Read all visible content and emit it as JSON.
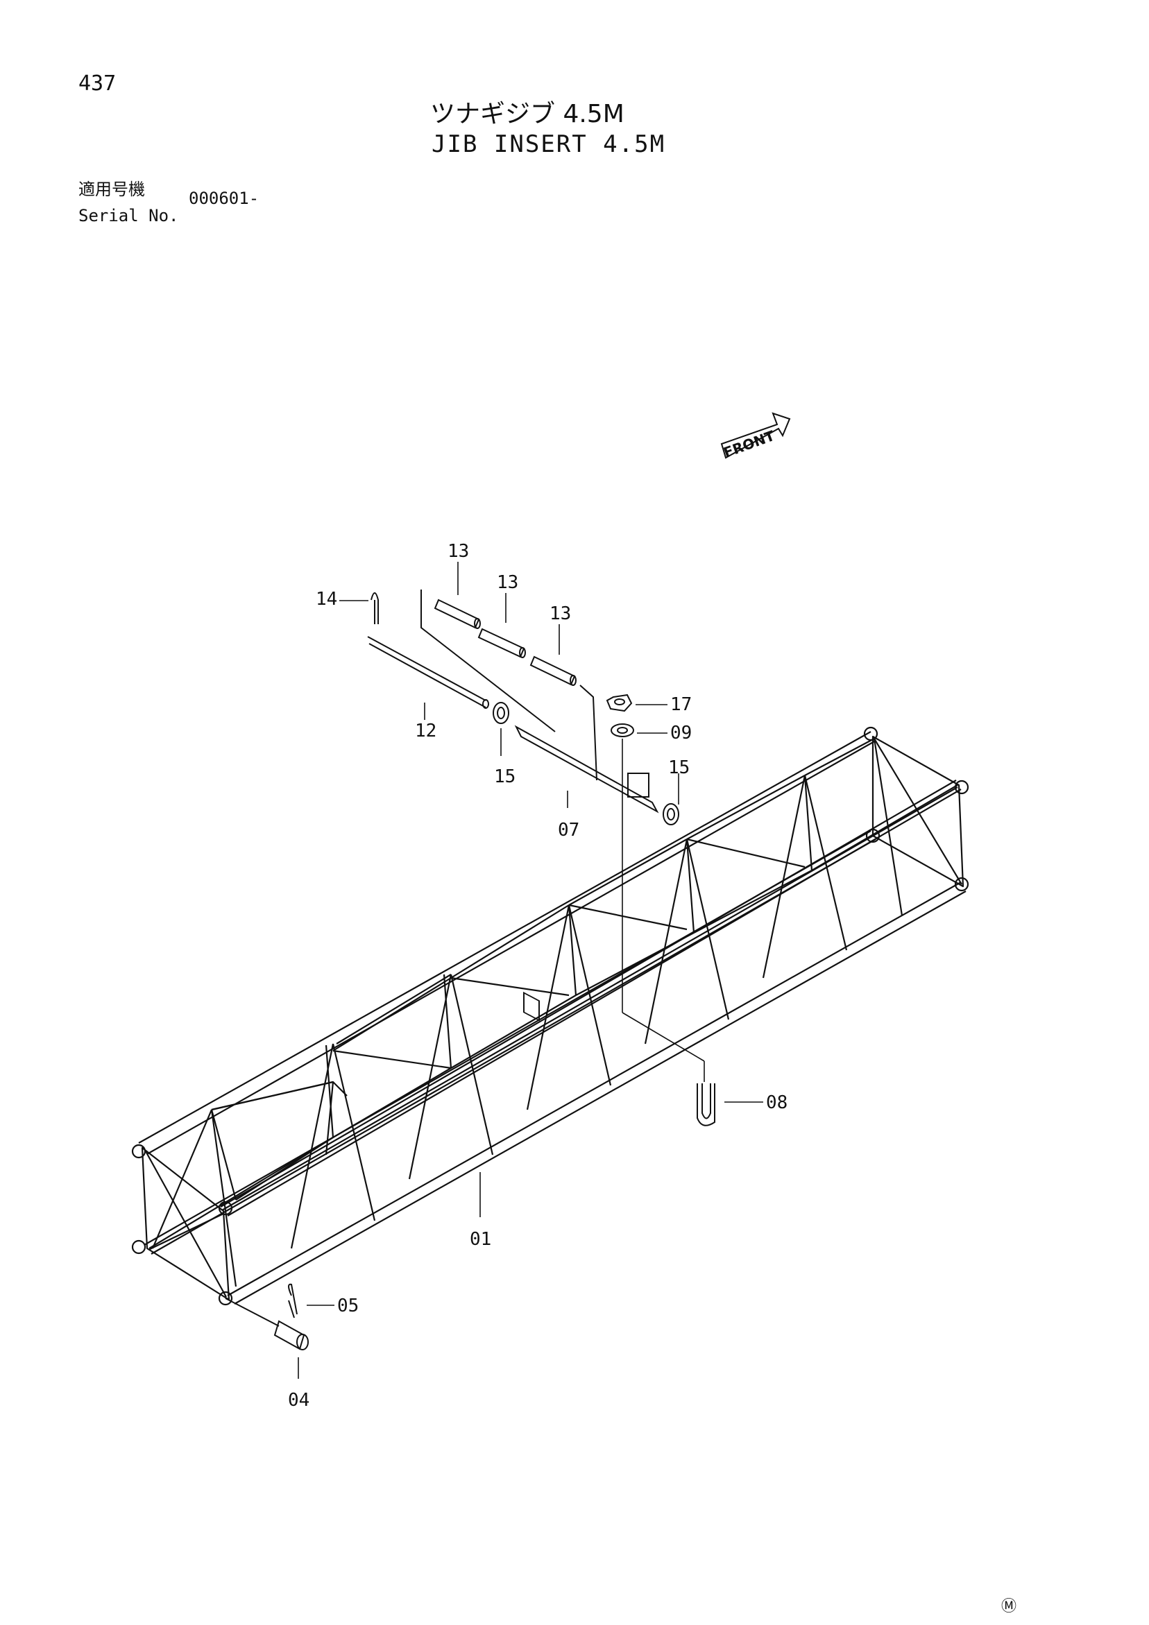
{
  "header": {
    "page_number": "437",
    "title_jp": "ツナギジブ 4.5M",
    "title_en": "JIB INSERT 4.5M",
    "serial_label_jp": "適用号機",
    "serial_label_en": "Serial No.",
    "serial_value": "000601-"
  },
  "front_arrow": {
    "label": "FRONT",
    "icon": "front-arrow-icon"
  },
  "callouts": {
    "p01": "01",
    "p04": "04",
    "p05": "05",
    "p07": "07",
    "p08": "08",
    "p09": "09",
    "p12": "12",
    "p13a": "13",
    "p13b": "13",
    "p13c": "13",
    "p14": "14",
    "p15a": "15",
    "p15b": "15",
    "p17": "17"
  },
  "footer": {
    "mark": "Ⓜ"
  }
}
